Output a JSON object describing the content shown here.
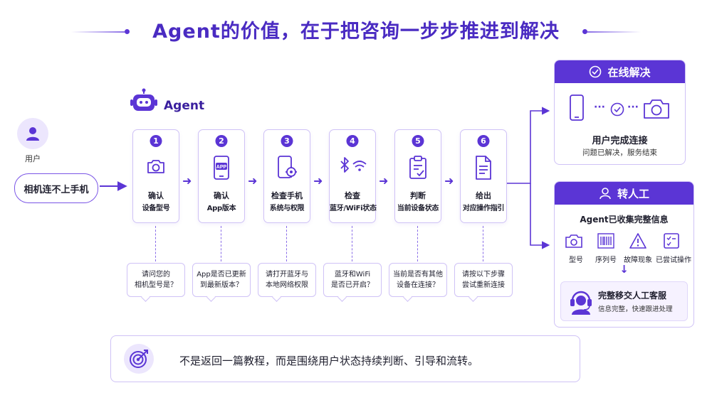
{
  "title": "Agent的价值，在于把咨询一步步推进到解决",
  "user": {
    "label": "用户",
    "message": "相机连不上手机"
  },
  "agent": {
    "label": "Agent"
  },
  "steps": [
    {
      "num": "1",
      "line1": "确认",
      "line2": "设备型号",
      "icon": "camera-icon",
      "question": [
        "请问您的",
        "相机型号是？"
      ]
    },
    {
      "num": "2",
      "line1": "确认",
      "line2": "App版本",
      "icon": "app-phone-icon",
      "question": [
        "App是否已更新",
        "到最新版本？"
      ]
    },
    {
      "num": "3",
      "line1": "检查手机",
      "line2": "系统与权限",
      "icon": "phone-settings-icon",
      "question": [
        "请打开蓝牙与",
        "本地网络权限"
      ]
    },
    {
      "num": "4",
      "line1": "检查",
      "line2": "蓝牙/WiFi状态",
      "icon": "bluetooth-wifi-icon",
      "question": [
        "蓝牙和WiFi",
        "是否已开启？"
      ]
    },
    {
      "num": "5",
      "line1": "判断",
      "line2": "当前设备状态",
      "icon": "clipboard-check-icon",
      "question": [
        "当前是否有其他",
        "设备在连接？"
      ]
    },
    {
      "num": "6",
      "line1": "给出",
      "line2": "对应操作指引",
      "icon": "document-icon",
      "question": [
        "请按以下步骤",
        "尝试重新连接"
      ]
    }
  ],
  "online": {
    "header": "在线解决",
    "title": "用户完成连接",
    "subtitle": "问题已解决，服务结束",
    "dots": "···"
  },
  "transfer": {
    "header": "转人工",
    "collected": "Agent已收集完整信息",
    "items": [
      {
        "label": "型号",
        "icon": "camera-icon"
      },
      {
        "label": "序列号",
        "icon": "barcode-icon"
      },
      {
        "label": "故障现象",
        "icon": "warning-icon"
      },
      {
        "label": "已尝试操作",
        "icon": "checklist-icon"
      }
    ],
    "arrow": "↓",
    "agent_title": "完整移交人工客服",
    "agent_subtitle": "信息完整，快速跟进处理"
  },
  "bottom": {
    "text": "不是返回一篇教程，而是围绕用户状态持续判断、引导和流转。"
  },
  "colors": {
    "primary": "#5b35d5",
    "border": "#cfc2f6",
    "light": "#ece6fd"
  }
}
